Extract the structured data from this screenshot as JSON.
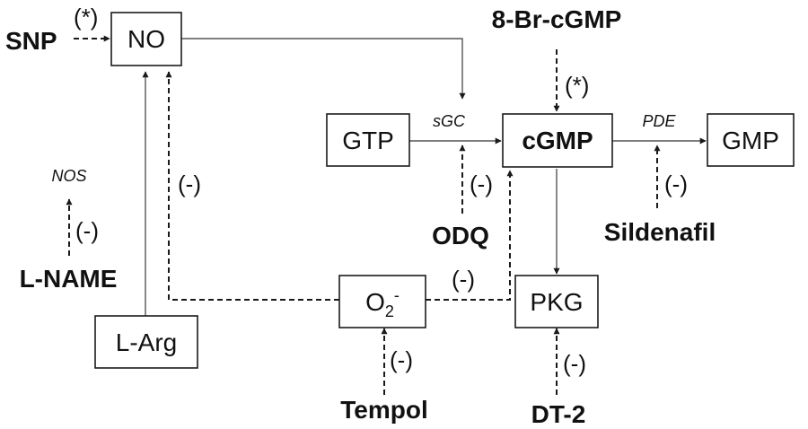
{
  "nodes": {
    "no": "NO",
    "gtp": "GTP",
    "cgmp": "cGMP",
    "gmp": "GMP",
    "pkg": "PKG",
    "larg": "L-Arg",
    "o2": {
      "base": "O",
      "sub": "2",
      "sup": "-"
    }
  },
  "agents": {
    "snp": "SNP",
    "br_cgmp": "8-Br-cGMP",
    "odq": "ODQ",
    "sildenafil": "Sildenafil",
    "lname": "L-NAME",
    "tempol": "Tempol",
    "dt2": "DT-2"
  },
  "enzymes": {
    "sgc": "sGC",
    "pde": "PDE",
    "nos": "NOS"
  },
  "effects": {
    "snp_no": "(*)",
    "br_cgmp": "(*)",
    "odq": "(-)",
    "sildenafil": "(-)",
    "lname": "(-)",
    "o2_no": "(-)",
    "o2_cgmp": "(-)",
    "tempol": "(-)",
    "dt2": "(-)"
  }
}
